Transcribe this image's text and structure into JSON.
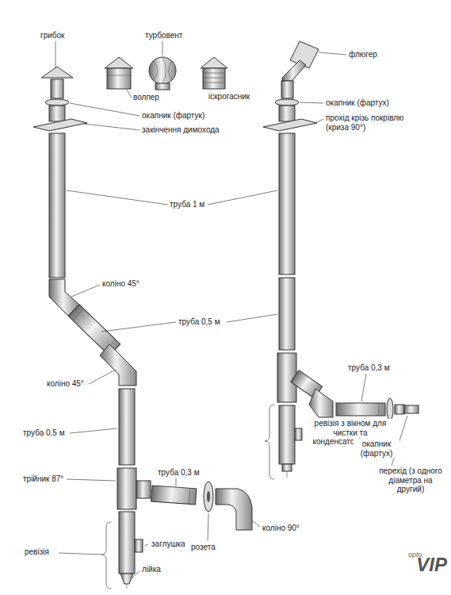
{
  "diagram": {
    "labels": [
      "грибок",
      "турбовент",
      "флюгер",
      "волпер",
      "іскрогасник",
      "окапник (фартук)",
      "закінчення димохода",
      "окапник (фартух)",
      "прохід крізь покрівлю (криза 90°)",
      "труба 1 м",
      "коліно 45°",
      "труба 0,5 м",
      "коліно 45°",
      "труба 0,5 м",
      "трійник 87°",
      "труба 0,3 м",
      "коліно 90°",
      "заглушка",
      "розета",
      "ревізія",
      "лійка",
      "труба 0,3 м",
      "ревізія з вікном для чистки та конденсатовідводом",
      "окапник (фартух)",
      "перехід (з одного діаметра на другий)",
      "opto",
      "VIP"
    ]
  }
}
